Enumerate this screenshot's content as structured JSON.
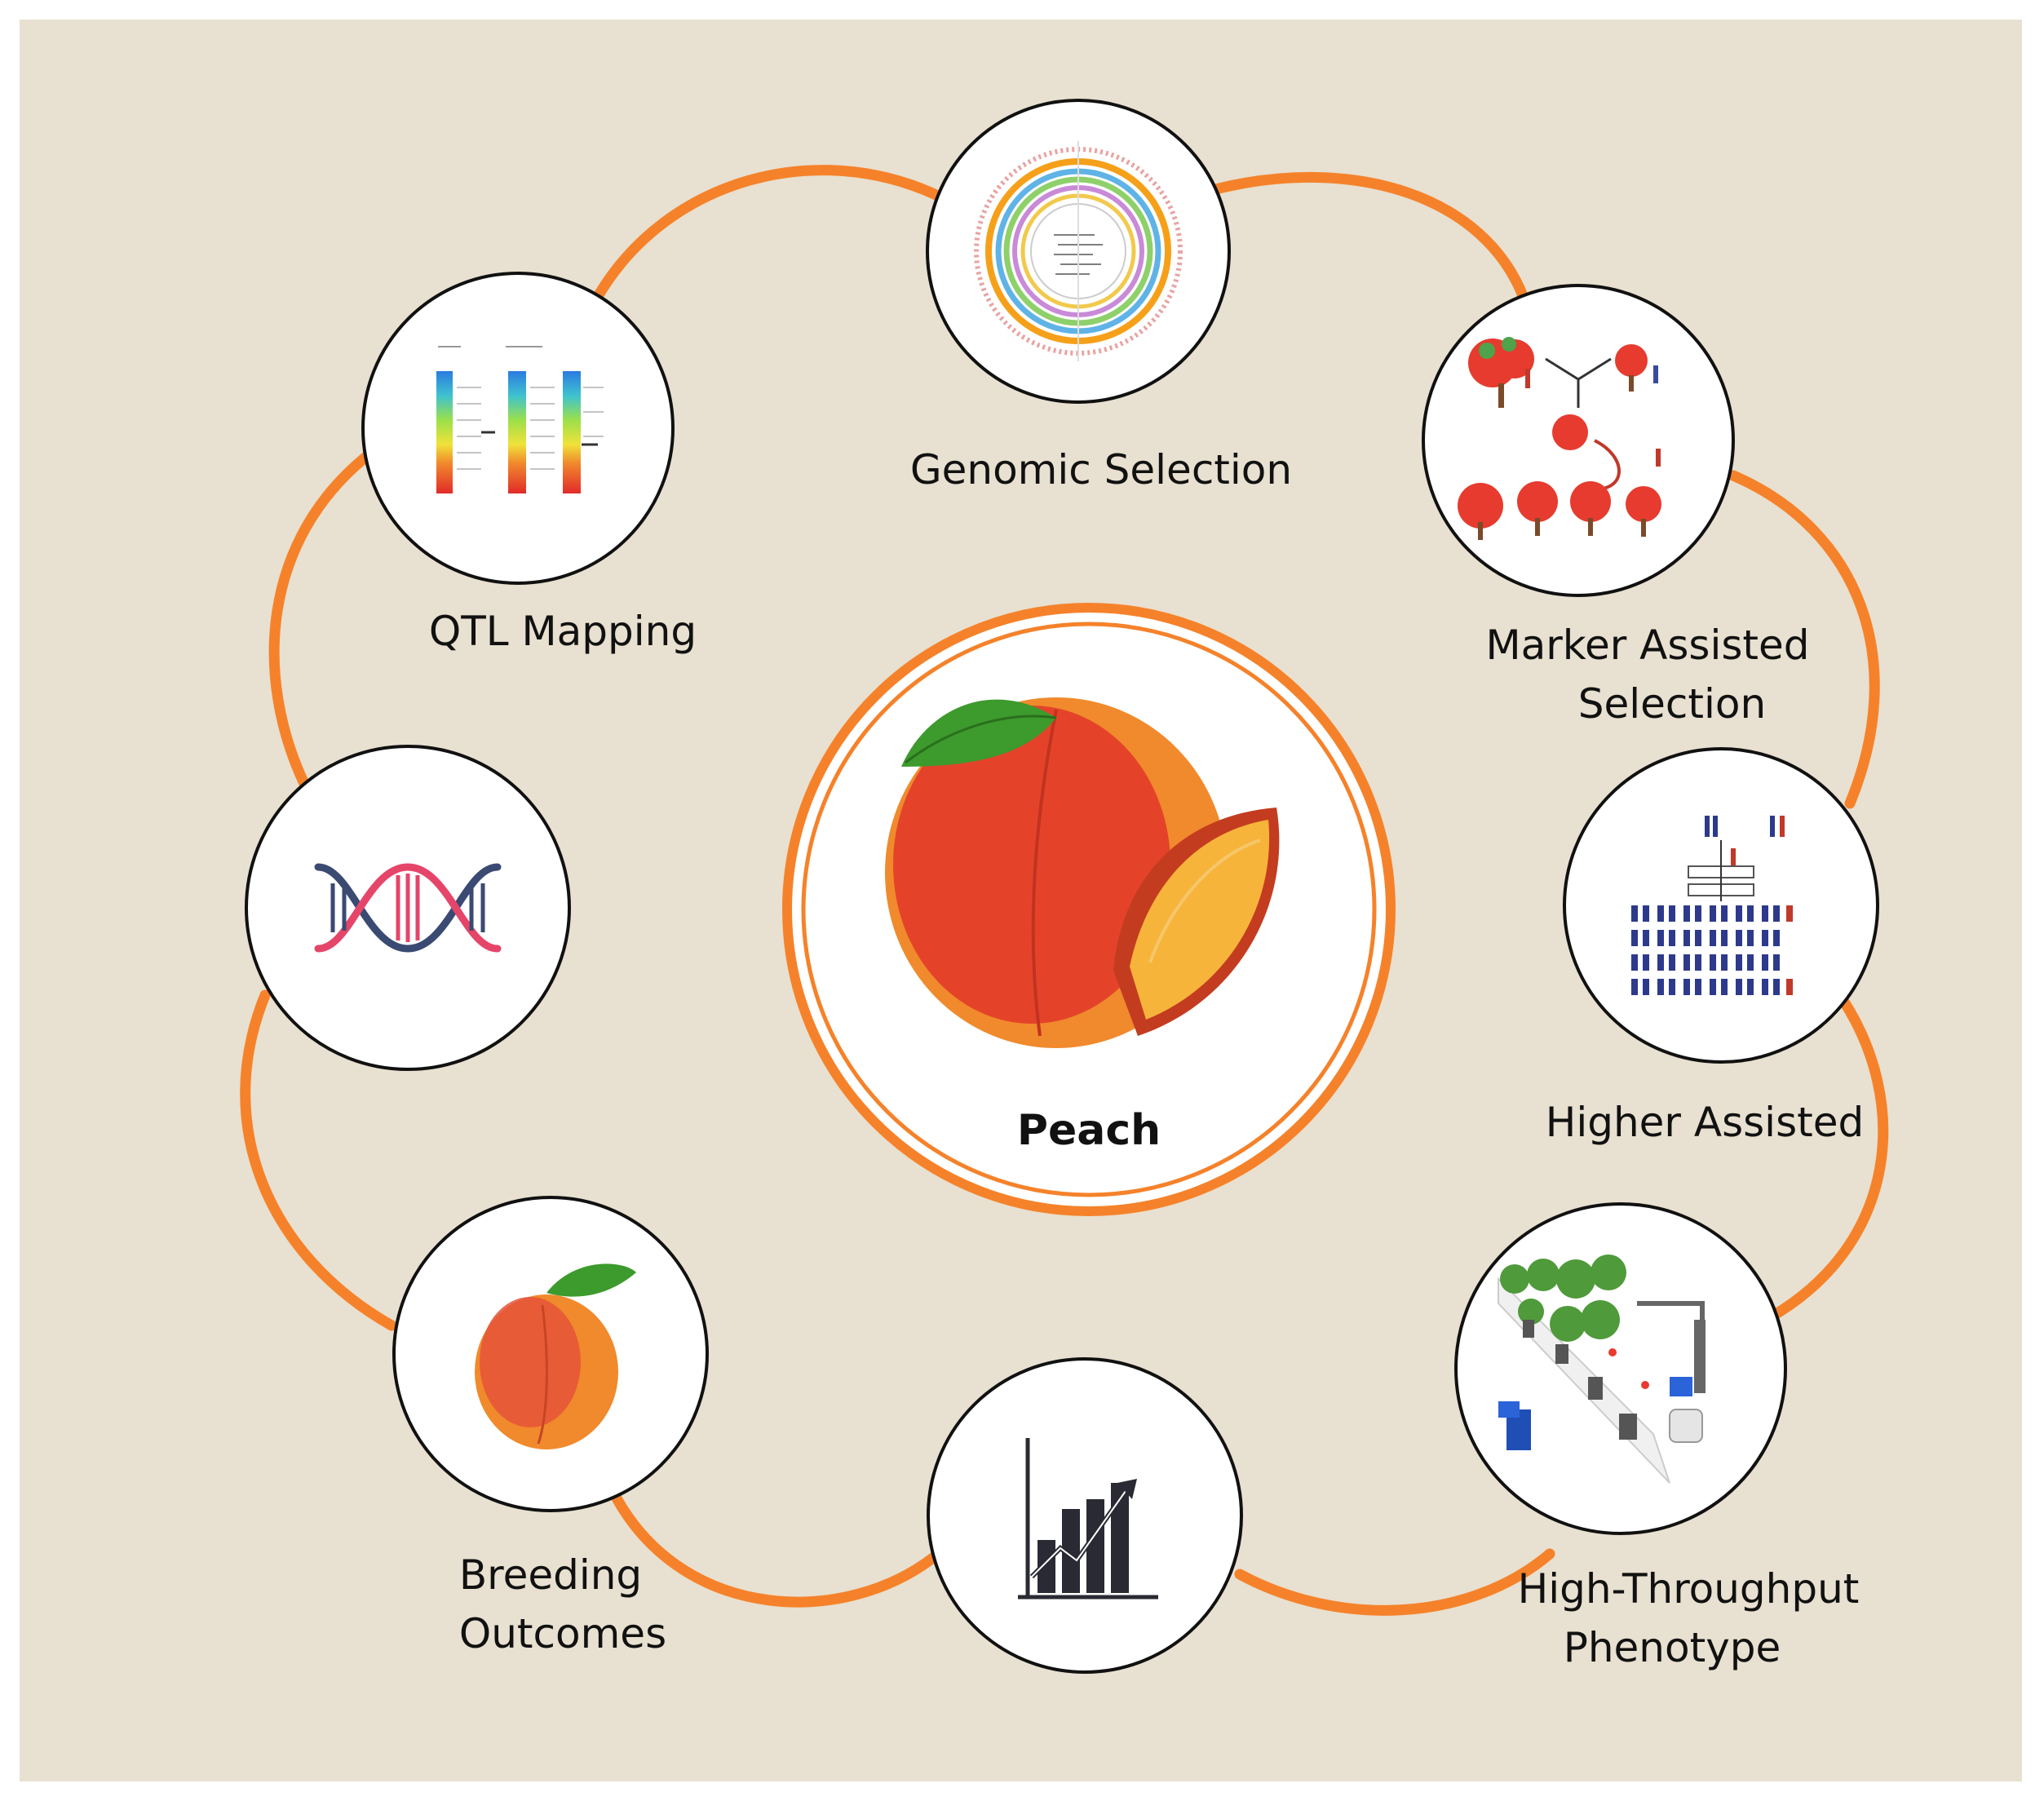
{
  "center": {
    "label": "Peach"
  },
  "nodes": [
    {
      "id": "genomic",
      "label_lines": [
        "Genomic Selection"
      ],
      "icon": "circos-plot-icon"
    },
    {
      "id": "mas",
      "label_lines": [
        "Marker Assisted",
        "Selection"
      ],
      "icon": "tree-crossing-icon"
    },
    {
      "id": "higher",
      "label_lines": [
        "Higher Assisted"
      ],
      "icon": "chromosome-grid-icon"
    },
    {
      "id": "htp",
      "label_lines": [
        "High-Throughput",
        "Phenotype"
      ],
      "icon": "phenotyping-platform-icon"
    },
    {
      "id": "chart",
      "label_lines": [],
      "icon": "bar-chart-growth-icon"
    },
    {
      "id": "breeding",
      "label_lines": [
        "Breeding",
        "Outcomes"
      ],
      "icon": "peach-icon"
    },
    {
      "id": "dna",
      "label_lines": [],
      "icon": "dna-helix-icon"
    },
    {
      "id": "qtl",
      "label_lines": [
        "QTL Mapping"
      ],
      "icon": "qtl-heatmap-icon"
    }
  ],
  "colors": {
    "background": "#e8e0d0",
    "ring": "#f5822a",
    "node_fill": "#ffffff",
    "node_stroke": "#111111",
    "dna_blue": "#3a4a72",
    "dna_pink": "#e6456a",
    "peach_red": "#e23b2a",
    "peach_yellow": "#f7a928",
    "leaf_green": "#3d9a2c"
  }
}
